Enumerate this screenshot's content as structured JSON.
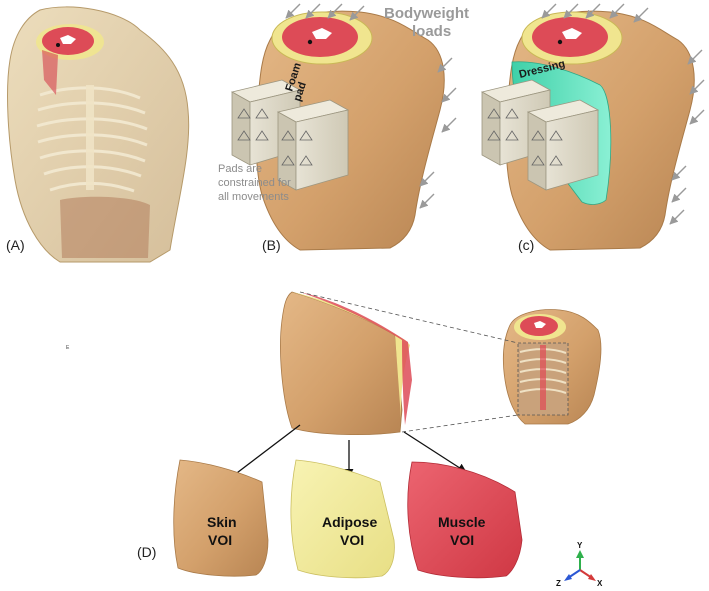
{
  "panels": {
    "a": "(A)",
    "b": "(B)",
    "c": "(c)",
    "d": "(D)"
  },
  "annotations": {
    "bodyweight_line1": "Bodyweight",
    "bodyweight_line2": "loads",
    "foam_line1": "Foam",
    "foam_line2": "pad",
    "pads_line1": "Pads are",
    "pads_line2": "constrained for",
    "pads_line3": "all movements",
    "dressing": "Dressing",
    "stray_mark": "E"
  },
  "voi": {
    "skin_line1": "Skin",
    "skin_line2": "VOI",
    "adipose_line1": "Adipose",
    "adipose_line2": "VOI",
    "muscle_line1": "Muscle",
    "muscle_line2": "VOI"
  },
  "axes": {
    "y": "Y",
    "z": "Z",
    "x": "X"
  },
  "colors": {
    "skin": "#d6a673",
    "skin_dark": "#b0824f",
    "adipose": "#f4ee9e",
    "muscle": "#e04a55",
    "dressing": "#5fe0bf",
    "pad": "#dcd7c6",
    "arrow_gray": "#9a9a9a"
  }
}
